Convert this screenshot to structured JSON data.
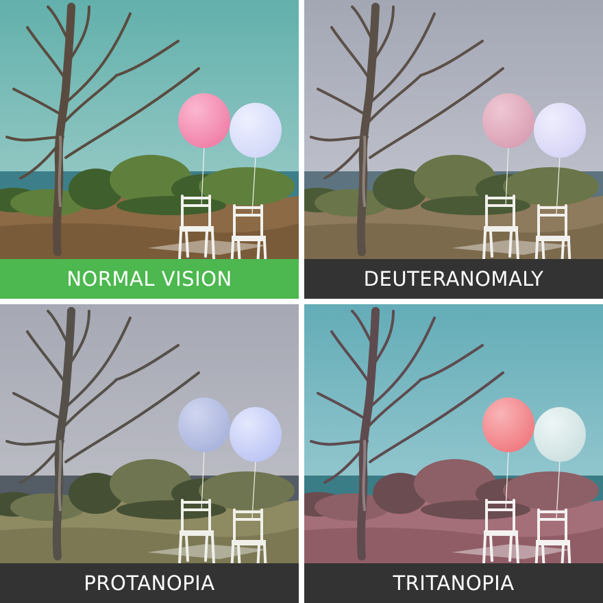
{
  "panels": [
    {
      "id": "normal",
      "label": "NORMAL VISION",
      "label_bg": "#4cb84f",
      "colors": {
        "sky_top": "#62b0ac",
        "sky_bottom": "#a7d1cd",
        "sea": "#3c7f8a",
        "ground": "#8c6a46",
        "ground_dark": "#6b4e30",
        "bush": "#3f5f2c",
        "bush_light": "#5f7f3c",
        "tree": "#5a4b40",
        "tree_light": "#a9a096",
        "chair": "#f2f2ee",
        "balloon_left": "#f07fa8",
        "balloon_left_hi": "#fbb7cf",
        "balloon_right": "#d2d8f8",
        "balloon_right_hi": "#eef0ff"
      }
    },
    {
      "id": "deuteranomaly",
      "label": "DEUTERANOMALY",
      "label_bg": "#333333",
      "colors": {
        "sky_top": "#a3a7b4",
        "sky_bottom": "#c8cad3",
        "sea": "#5d7480",
        "ground": "#8e7a5c",
        "ground_dark": "#6d5c42",
        "bush": "#4a5a36",
        "bush_light": "#6a7549",
        "tree": "#5b5048",
        "tree_light": "#aba49c",
        "chair": "#f1f0ec",
        "balloon_left": "#d99fb3",
        "balloon_left_hi": "#efc7d4",
        "balloon_right": "#d6d4f5",
        "balloon_right_hi": "#efeefd"
      }
    },
    {
      "id": "protanopia",
      "label": "PROTANOPIA",
      "label_bg": "#333333",
      "colors": {
        "sky_top": "#a6a8b4",
        "sky_bottom": "#c3c4ca",
        "sea": "#545c66",
        "ground": "#8e8a62",
        "ground_dark": "#6d6a48",
        "bush": "#454f34",
        "bush_light": "#6e7550",
        "tree": "#555049",
        "tree_light": "#a8a49a",
        "chair": "#f0f0ea",
        "balloon_left": "#a9b3dc",
        "balloon_left_hi": "#d0d6f0",
        "balloon_right": "#bcc5f4",
        "balloon_right_hi": "#e4e8fd"
      }
    },
    {
      "id": "tritanopia",
      "label": "TRITANOPIA",
      "label_bg": "#333333",
      "colors": {
        "sky_top": "#63acb7",
        "sky_bottom": "#a8d2d8",
        "sea": "#3a7d86",
        "ground": "#a46f78",
        "ground_dark": "#7f4f58",
        "bush": "#6b4c50",
        "bush_light": "#8c6066",
        "tree": "#5e4b4f",
        "tree_light": "#b0a0a4",
        "chair": "#f4f1f1",
        "balloon_left": "#f07a80",
        "balloon_left_hi": "#f9b4b7",
        "balloon_right": "#cde0e0",
        "balloon_right_hi": "#eef6f6"
      }
    }
  ]
}
